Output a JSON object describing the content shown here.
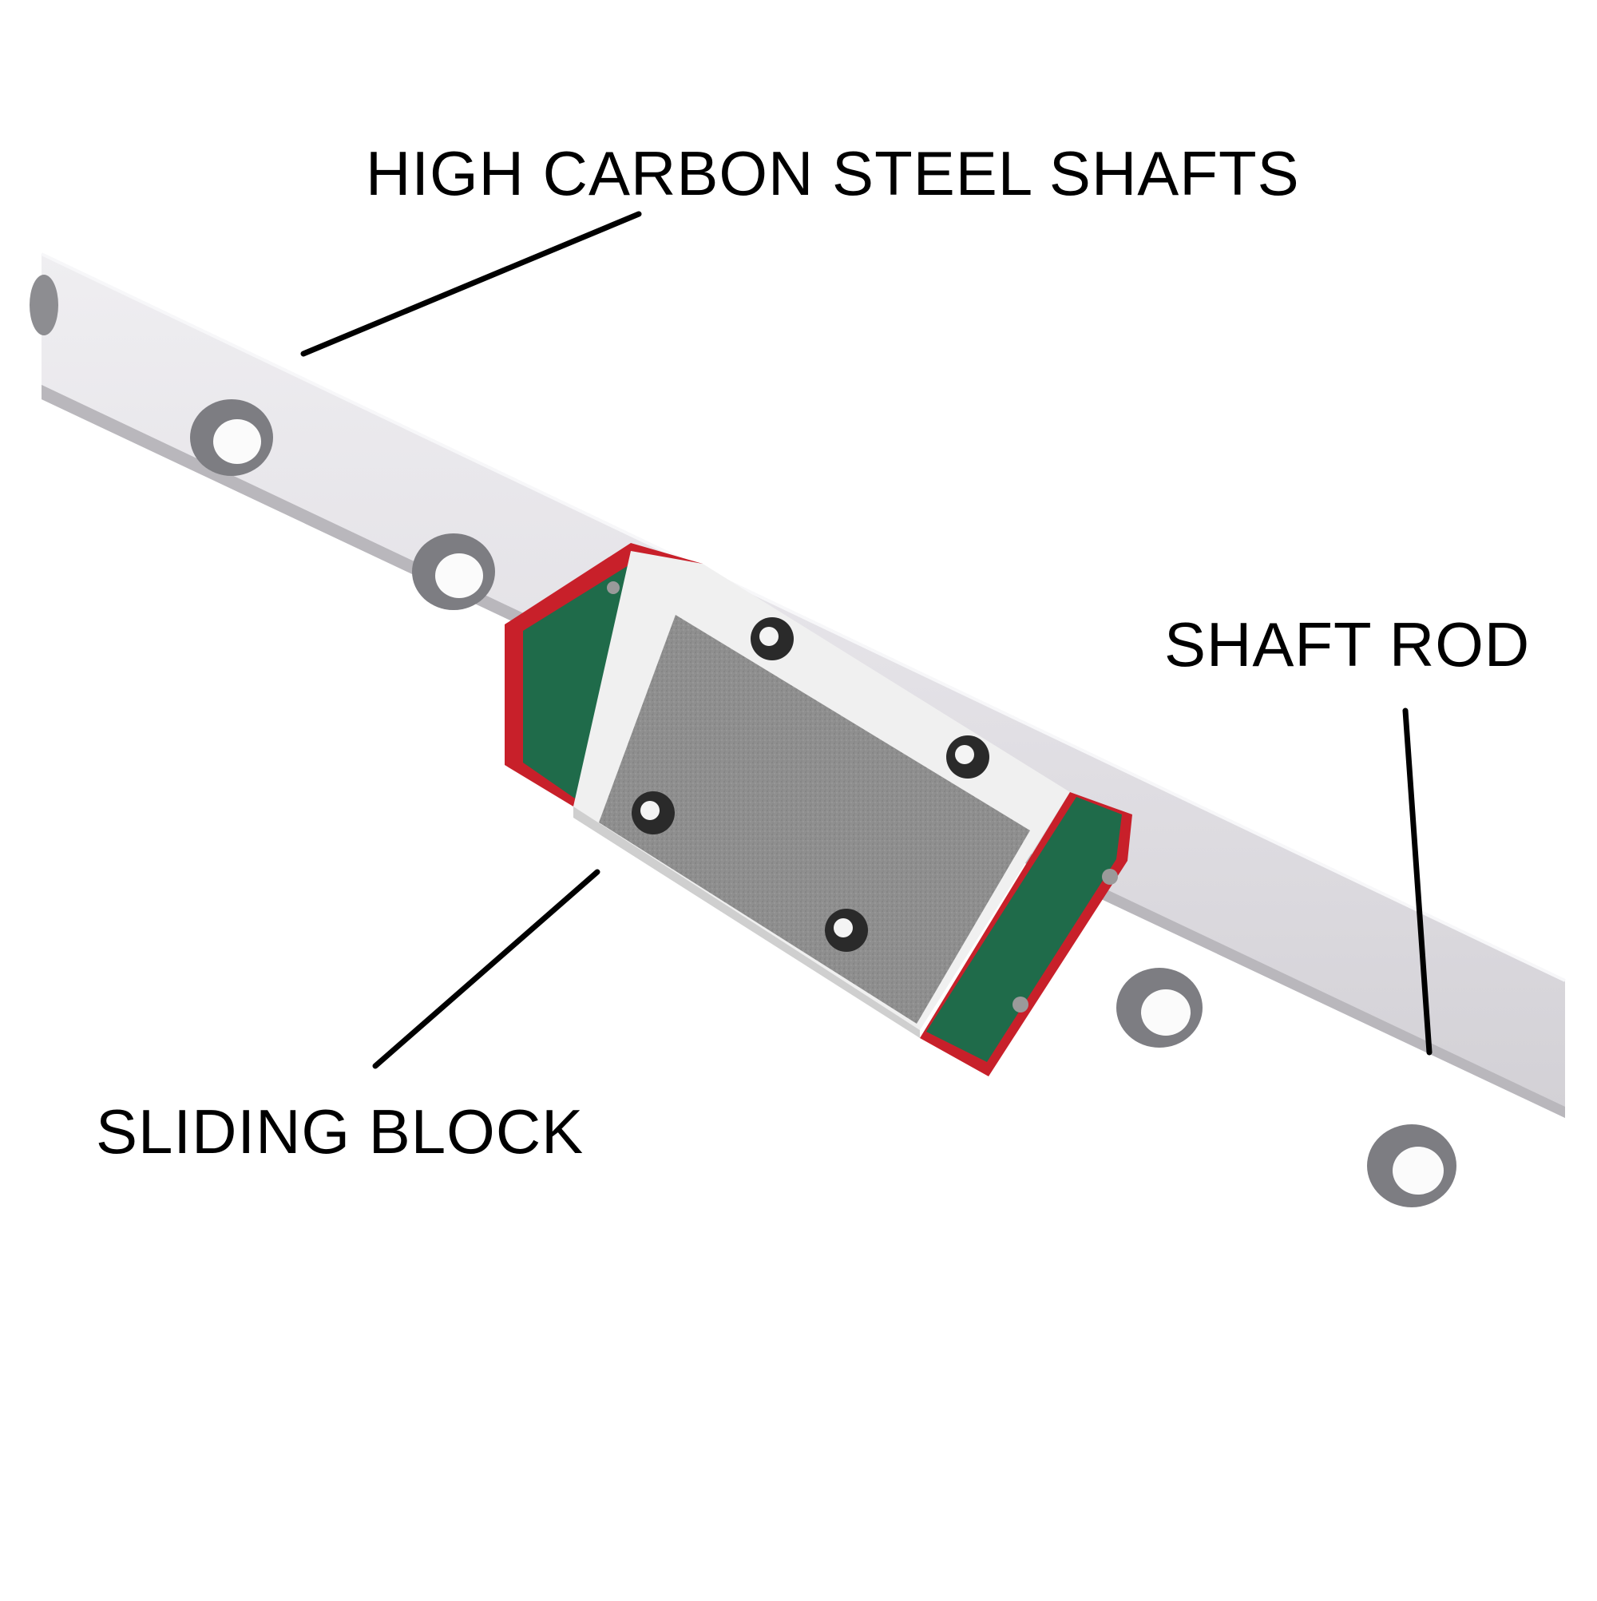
{
  "labels": {
    "shafts": "HIGH CARBON STEEL SHAFTS",
    "rod": "SHAFT ROD",
    "block": "SLIDING BLOCK"
  },
  "colors": {
    "background": "#ffffff",
    "rail_top": "#e6e4e8",
    "rail_edge": "#c9c7cc",
    "end_cap_green": "#1f6b4a",
    "end_cap_red": "#c8202a",
    "carriage_body": "#f1f1f1",
    "carriage_insert": "#8e8e8e",
    "callout_line": "#000000"
  }
}
